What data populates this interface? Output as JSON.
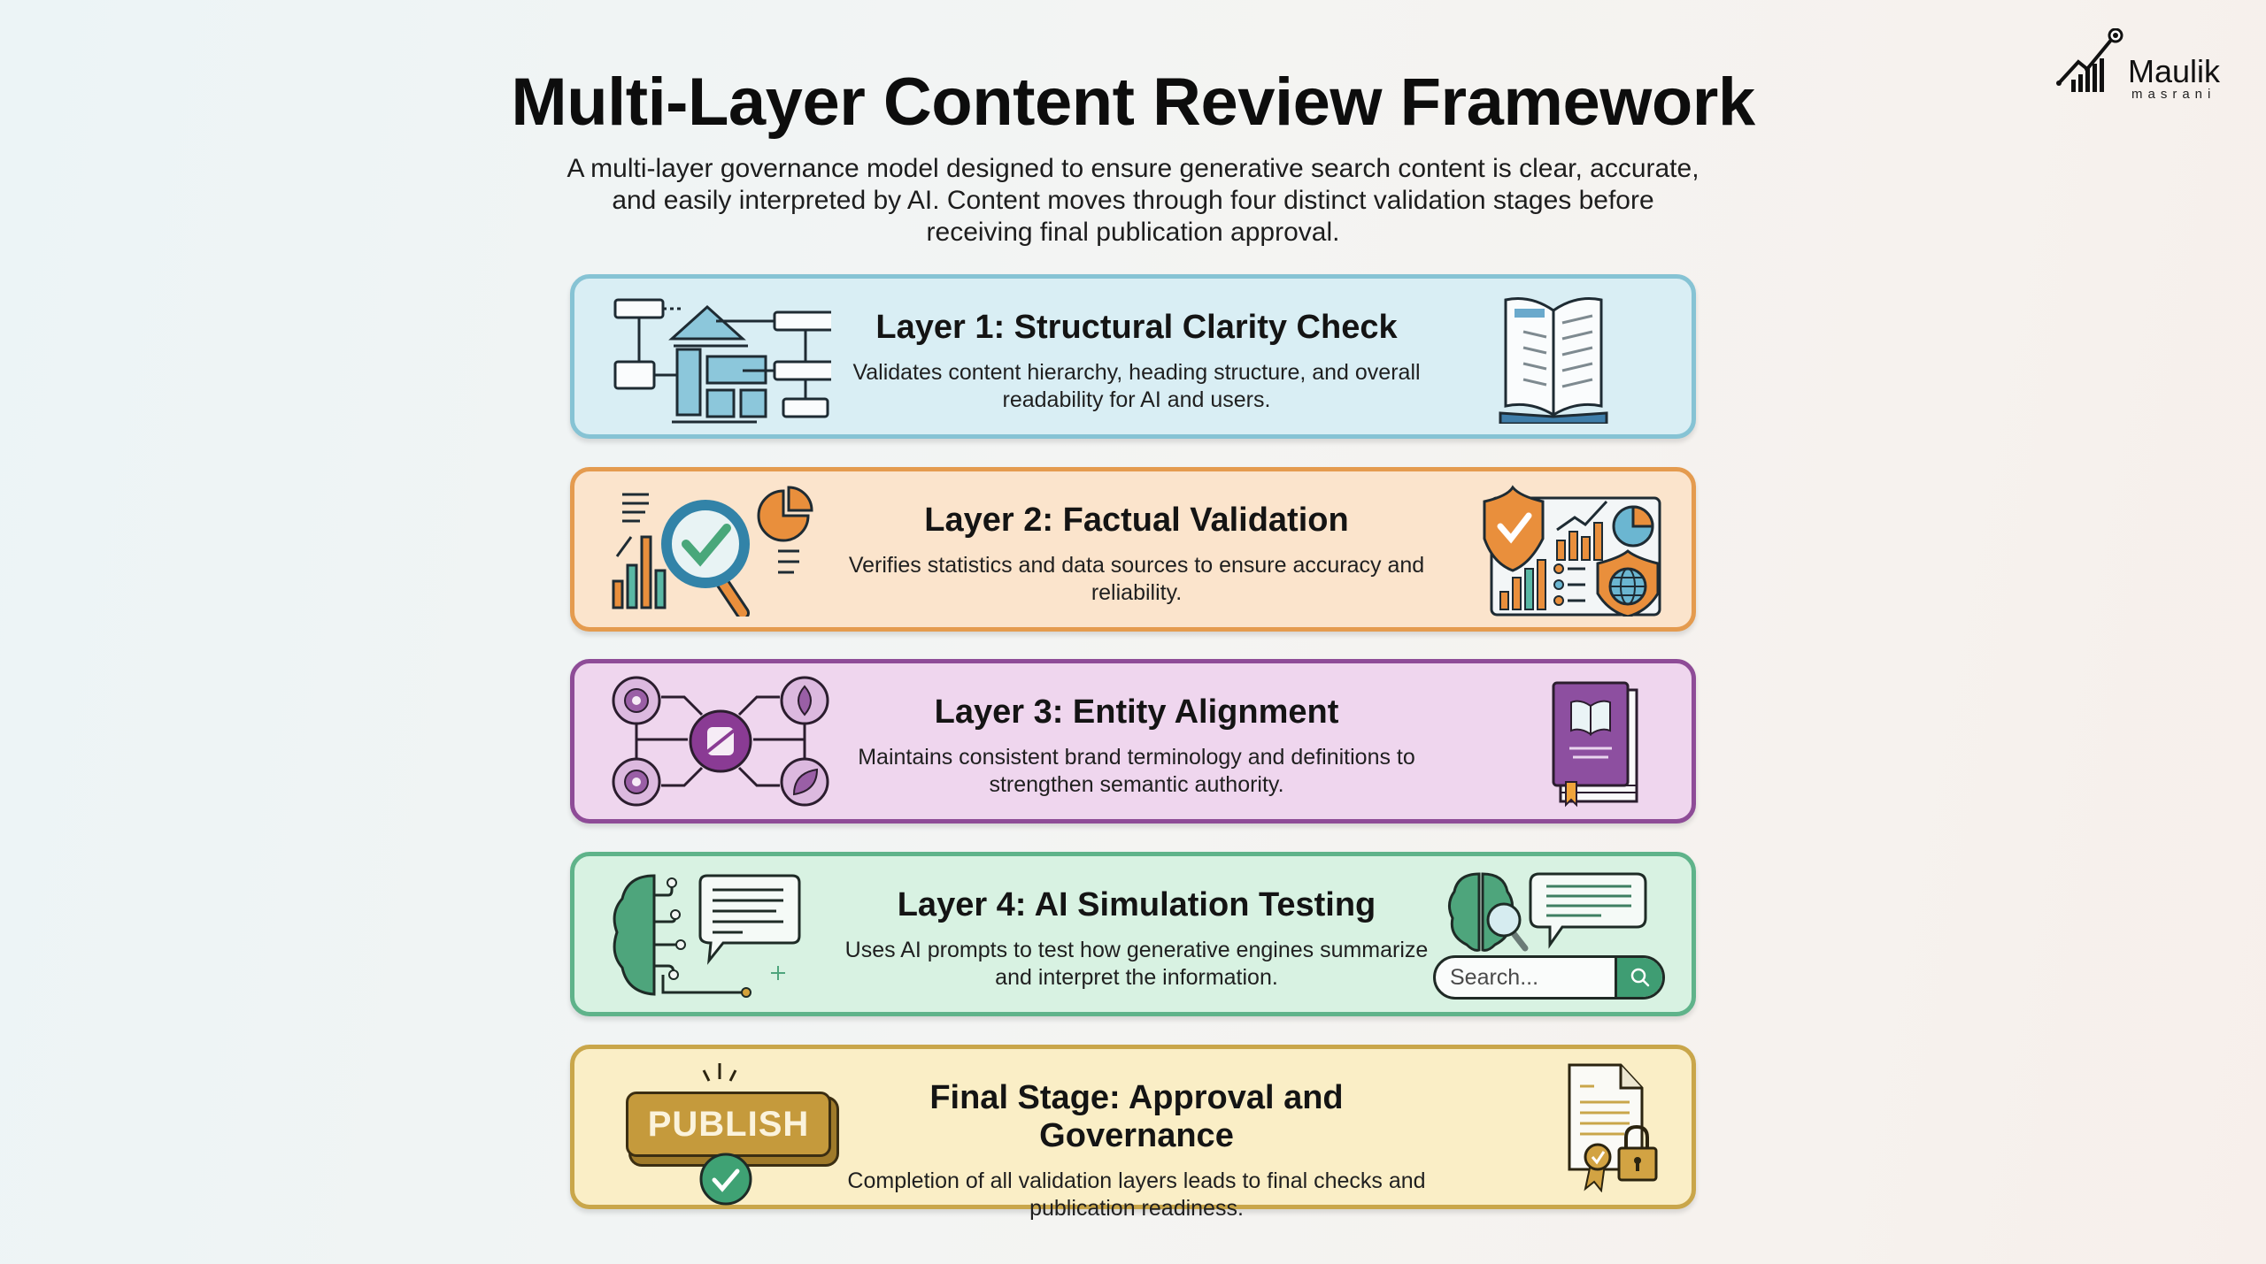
{
  "header": {
    "title": "Multi-Layer Content Review Framework",
    "subtitle": "A multi-layer governance model designed to ensure generative search content is clear, accurate, and easily interpreted by AI. Content moves through four distinct validation stages before receiving final publication approval."
  },
  "logo": {
    "name": "Maulik",
    "sub": "masrani",
    "icon": "growth-chart-icon"
  },
  "layers": [
    {
      "title": "Layer 1: Structural Clarity Check",
      "description": "Validates content hierarchy, heading structure, and overall readability for AI and users.",
      "icon_left": "site-structure-diagram-icon",
      "icon_right": "open-book-icon",
      "bg": "#d9eef4",
      "border": "#86c3d4"
    },
    {
      "title": "Layer 2: Factual Validation",
      "description": "Verifies statistics and data sources to ensure accuracy and reliability.",
      "icon_left": "magnifier-check-data-icon",
      "icon_right": "shield-dashboard-icon",
      "bg": "#fbe4cc",
      "border": "#e49b4f"
    },
    {
      "title": "Layer 3: Entity Alignment",
      "description": "Maintains consistent brand terminology and definitions to strengthen semantic authority.",
      "icon_left": "entity-network-icon",
      "icon_right": "glossary-book-icon",
      "bg": "#efd6ee",
      "border": "#8e4c97"
    },
    {
      "title": "Layer 4: AI Simulation Testing",
      "description": "Uses AI prompts to test how generative engines summarize and interpret the information.",
      "icon_left": "ai-brain-chat-icon",
      "icon_right": "brain-search-icon",
      "search_placeholder": "Search...",
      "bg": "#d8f2e2",
      "border": "#5fb38a"
    },
    {
      "title": "Final Stage: Approval and Governance",
      "description": "Completion of all validation layers leads to final checks and publication readiness.",
      "icon_left": "publish-badge-icon",
      "publish_label": "PUBLISH",
      "icon_right": "certified-document-lock-icon",
      "bg": "#faeec6",
      "border": "#c9a64a"
    }
  ]
}
